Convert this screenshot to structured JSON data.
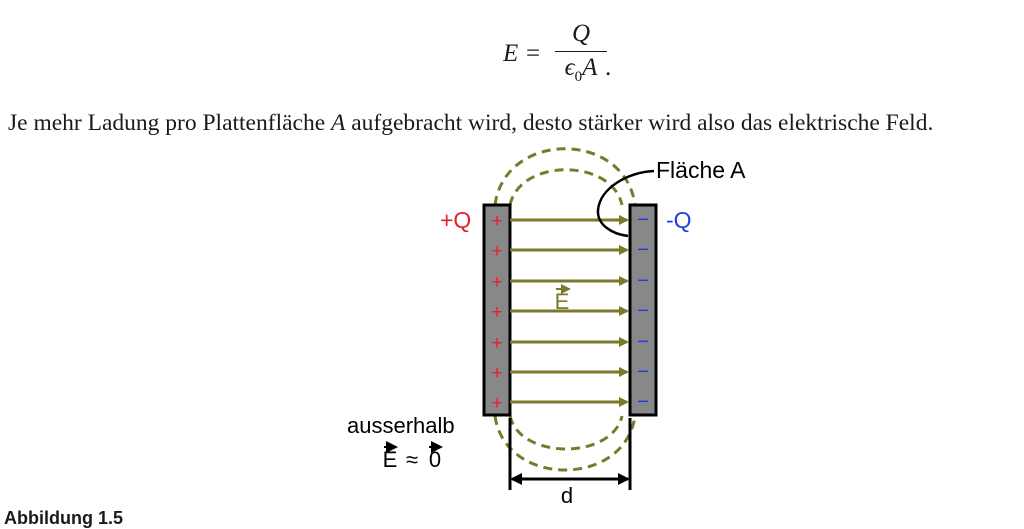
{
  "equation": {
    "lhs": "E",
    "equals": "=",
    "numerator": "Q",
    "denominator_symbol": "ϵ",
    "denominator_subscript": "0",
    "denominator_var": "A",
    "end": "."
  },
  "sentence": {
    "before": "Je mehr Ladung pro Plattenfläche ",
    "var": "A",
    "after": " aufgebracht wird, desto stärker wird also das elektrische Feld."
  },
  "figure": {
    "label_area": "Fläche A",
    "label_pos": "+Q",
    "label_neg": "-Q",
    "plus_sign": "+",
    "minus_sign": "−",
    "field_label": "E",
    "outside_line1": "ausserhalb",
    "outside_eq": "≈",
    "outside_zero": "0",
    "distance_label": "d",
    "colors": {
      "plate_fill": "#888888",
      "field": "#7b7a2a",
      "positive": "#e8202a",
      "negative": "#1f3fe0"
    }
  },
  "caption": "Abbildung 1.5"
}
